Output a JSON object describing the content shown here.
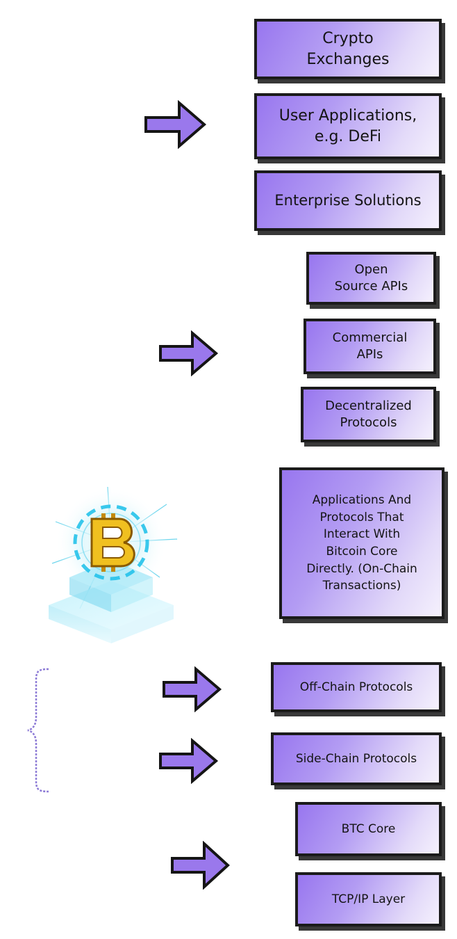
{
  "groups": {
    "applications": {
      "items": [
        "Crypto\nExchanges",
        "User Applications,\ne.g. DeFi",
        "Enterprise Solutions"
      ]
    },
    "apis": {
      "items": [
        "Open\nSource APIs",
        "Commercial\nAPIs",
        "Decentralized\nProtocols"
      ]
    },
    "core_interaction": {
      "items": [
        "Applications And\nProtocols That\nInteract With\nBitcoin Core\nDirectly. (On-Chain\nTransactions)"
      ]
    },
    "layer2": {
      "items": [
        "Off-Chain Protocols",
        "Side-Chain Protocols"
      ]
    },
    "base": {
      "items": [
        "BTC Core",
        "TCP/IP Layer"
      ]
    }
  },
  "colors": {
    "box_start": "#9876ef",
    "box_end": "#f5f1fd",
    "arrow_fill": "#9a78ec",
    "brace": "#8d7bd6",
    "coin": "#f0c020",
    "glow": "#32c8ea"
  },
  "icons": [
    "bitcoin-icon",
    "right-arrow-icon",
    "curly-brace-icon"
  ]
}
